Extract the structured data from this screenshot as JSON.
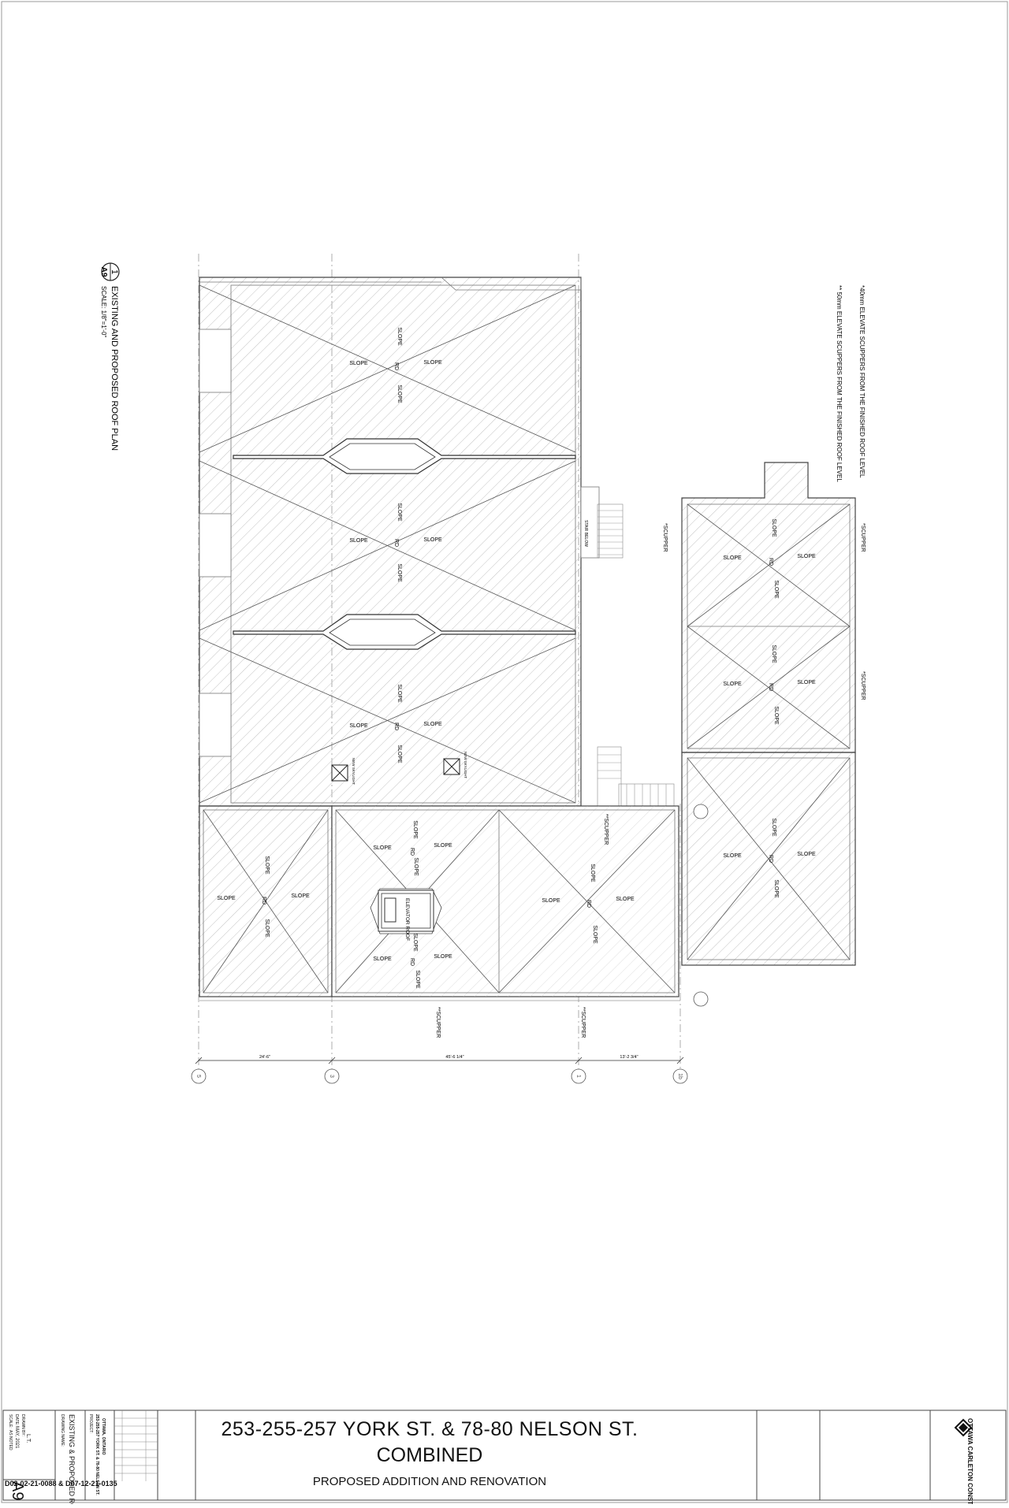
{
  "view": {
    "number": "1",
    "sheet": "A9",
    "title": "EXISTING AND PROPOSED ROOF PLAN",
    "scale": "SCALE: 1/8\"=1'-0\""
  },
  "notes": [
    "*40mm ELEVATE SCUPPERS FROM THE FINISHED ROOF LEVEL",
    "** 50mm ELEVATE SCUPPERS FROM THE FINISHED ROOF LEVEL"
  ],
  "labels": {
    "slope": "SLOPE",
    "rd": "RD",
    "elevator_roof": "ELEVATOR ROOF",
    "new_skylight": "NEW SKYLIGHT",
    "stair_below": "STAIR BELOW",
    "scupper_single": "*SCUPPER",
    "scupper_double": "**SCUPPER"
  },
  "dimensions": [
    "24'-6\"",
    "45'-6 1/4\"",
    "13'-2 3/4\""
  ],
  "gridlines": [
    "5",
    "3",
    "1",
    "1b"
  ],
  "title_block": {
    "project_line1": "253-255-257 YORK ST. & 78-80 NELSON ST.",
    "project_line2": "COMBINED",
    "project_line3": "PROPOSED  ADDITION AND RENOVATION",
    "drawing_name_label": "DRAWING NAME:",
    "drawing_name": "EXISTING & PROPOSED ROOF PLAN",
    "drawn_by_label": "DRAWN BY:",
    "drawn_by": "L.T.",
    "date_label": "DATE:",
    "date": "MAY, 2021",
    "scale_label": "SCALE:",
    "scale": "AS NOTED",
    "sheet": "A9",
    "file_number": "D02-02-21-0088 & D07-12-21-0135",
    "project_label": "PROJECT:",
    "project_address": "253-255-257 YORK ST. & 78-80 NELSON ST.",
    "city": "OTTAWA, ONTARIO",
    "company_name": "OTTAWA CARLETON CONSTRUCTION"
  },
  "colors": {
    "line": "#222222",
    "hatch": "#bdbdbd",
    "grid": "#9a9a9a"
  }
}
